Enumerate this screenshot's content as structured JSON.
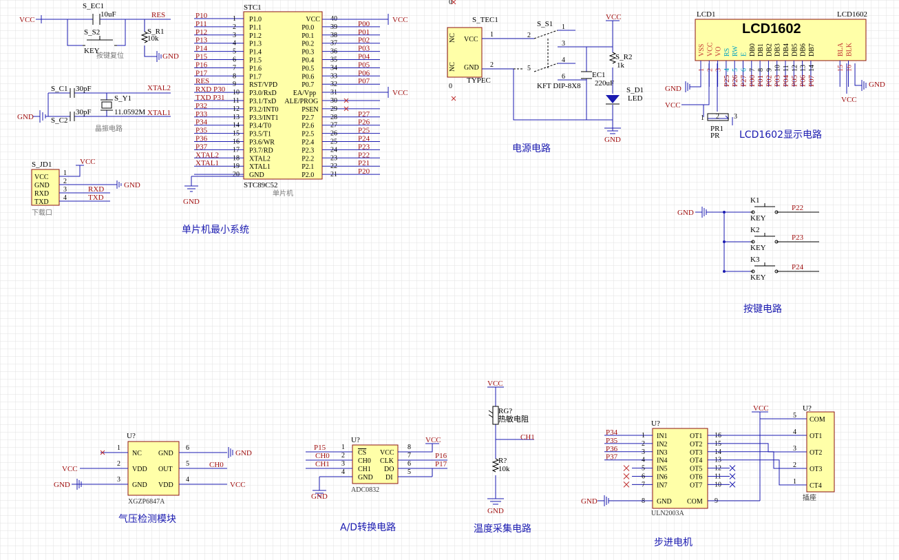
{
  "nets": {
    "vcc": "VCC",
    "gnd": "GND",
    "res": "RES",
    "xtal1": "XTAL1",
    "xtal2": "XTAL2",
    "rxd": "RXD",
    "txd": "TXD",
    "ch0": "CH0",
    "ch1": "CH1"
  },
  "mcu": {
    "ref": "STC1",
    "part": "STC89C52",
    "desc": "单片机",
    "left_pins": [
      {
        "num": "1",
        "name": "P1.0",
        "net": "P10"
      },
      {
        "num": "2",
        "name": "P1.1",
        "net": "P11"
      },
      {
        "num": "3",
        "name": "P1.2",
        "net": "P12"
      },
      {
        "num": "4",
        "name": "P1.3",
        "net": "P13"
      },
      {
        "num": "5",
        "name": "P1.4",
        "net": "P14"
      },
      {
        "num": "6",
        "name": "P1.5",
        "net": "P15"
      },
      {
        "num": "7",
        "name": "P1.6",
        "net": "P16"
      },
      {
        "num": "8",
        "name": "P1.7",
        "net": "P17"
      },
      {
        "num": "9",
        "name": "RST/VPD",
        "net": "RES"
      },
      {
        "num": "10",
        "name": "P3.0/RxD",
        "net": "RXD P30"
      },
      {
        "num": "11",
        "name": "P3.1/TxD",
        "net": "TXD P31"
      },
      {
        "num": "12",
        "name": "P3.2/INT0",
        "net": "P32"
      },
      {
        "num": "13",
        "name": "P3.3/INT1",
        "net": "P33"
      },
      {
        "num": "14",
        "name": "P3.4/T0",
        "net": "P34"
      },
      {
        "num": "15",
        "name": "P3.5/T1",
        "net": "P35"
      },
      {
        "num": "16",
        "name": "P3.6/WR",
        "net": "P36"
      },
      {
        "num": "17",
        "name": "P3.7/RD",
        "net": "P37"
      },
      {
        "num": "18",
        "name": "XTAL2",
        "net": "XTAL2"
      },
      {
        "num": "19",
        "name": "XTAL1",
        "net": "XTAL1"
      },
      {
        "num": "20",
        "name": "GND",
        "net": ""
      }
    ],
    "right_pins": [
      {
        "num": "40",
        "name": "VCC",
        "net": ""
      },
      {
        "num": "39",
        "name": "P0.0",
        "net": "P00"
      },
      {
        "num": "38",
        "name": "P0.1",
        "net": "P01"
      },
      {
        "num": "37",
        "name": "P0.2",
        "net": "P02"
      },
      {
        "num": "36",
        "name": "P0.3",
        "net": "P03"
      },
      {
        "num": "35",
        "name": "P0.4",
        "net": "P04"
      },
      {
        "num": "34",
        "name": "P0.5",
        "net": "P05"
      },
      {
        "num": "33",
        "name": "P0.6",
        "net": "P06"
      },
      {
        "num": "32",
        "name": "P0.7",
        "net": "P07"
      },
      {
        "num": "31",
        "name": "EA/Vpp",
        "net": ""
      },
      {
        "num": "30",
        "name": "ALE/PROG",
        "net": ""
      },
      {
        "num": "29",
        "name": "PSEN",
        "net": ""
      },
      {
        "num": "28",
        "name": "P2.7",
        "net": "P27"
      },
      {
        "num": "27",
        "name": "P2.6",
        "net": "P26"
      },
      {
        "num": "26",
        "name": "P2.5",
        "net": "P25"
      },
      {
        "num": "25",
        "name": "P2.4",
        "net": "P24"
      },
      {
        "num": "24",
        "name": "P2.3",
        "net": "P23"
      },
      {
        "num": "23",
        "name": "P2.2",
        "net": "P22"
      },
      {
        "num": "22",
        "name": "P2.1",
        "net": "P21"
      },
      {
        "num": "21",
        "name": "P2.0",
        "net": "P20"
      }
    ]
  },
  "reset": {
    "cap_ref": "S_EC1",
    "cap_val": "10uF",
    "sw_ref": "S_S2",
    "sw_val": "KEY",
    "res_ref": "S_R1",
    "res_val": "10k",
    "desc": "按键复位"
  },
  "crystal": {
    "c1_ref": "S_C1",
    "c2_ref": "S_C2",
    "cap_val": "30pF",
    "y_ref": "S_Y1",
    "y_val": "11.0592M",
    "desc": "晶振电路"
  },
  "download": {
    "ref": "S_JD1",
    "pins": [
      {
        "num": "1",
        "name": "VCC"
      },
      {
        "num": "2",
        "name": "GND"
      },
      {
        "num": "3",
        "name": "RXD"
      },
      {
        "num": "4",
        "name": "TXD"
      }
    ],
    "desc": "下载口"
  },
  "sections": {
    "mcu_title": "单片机最小系统",
    "power_title": "电源电路",
    "lcd_title": "LCD1602显示电路",
    "keys_title": "按键电路",
    "pressure_title": "气压检测模块",
    "adc_title": "A/D转换电路",
    "temp_title": "温度采集电路",
    "motor_title": "步进电机"
  },
  "power": {
    "tec_ref": "S_TEC1",
    "tec_part": "TYPEC",
    "tec_pins": [
      {
        "num": "1",
        "name": "VCC"
      },
      {
        "num": "2",
        "name": "GND"
      }
    ],
    "nc": "NC",
    "sw_ref": "S_S1",
    "sw_part": "KFT DIP-8X8",
    "r_ref": "S_R2",
    "r_val": "1k",
    "c_ref": "EC1",
    "c_val": "220uF",
    "led_ref": "S_D1",
    "led_val": "LED",
    "zero": "0"
  },
  "lcd": {
    "ref": "LCD1",
    "part": "LCD1602",
    "title": "LCD1602",
    "pins": [
      {
        "num": "1",
        "name": "VSS"
      },
      {
        "num": "2",
        "name": "VCC"
      },
      {
        "num": "3",
        "name": "VO"
      },
      {
        "num": "4",
        "name": "RS"
      },
      {
        "num": "5",
        "name": "RW"
      },
      {
        "num": "6",
        "name": "E"
      },
      {
        "num": "7",
        "name": "DB0"
      },
      {
        "num": "8",
        "name": "DB1"
      },
      {
        "num": "9",
        "name": "DB2"
      },
      {
        "num": "10",
        "name": "DB3"
      },
      {
        "num": "11",
        "name": "DB4"
      },
      {
        "num": "12",
        "name": "DB5"
      },
      {
        "num": "13",
        "name": "DB6"
      },
      {
        "num": "14",
        "name": "DB7"
      },
      {
        "num": "15",
        "name": "BLA"
      },
      {
        "num": "16",
        "name": "BLK"
      }
    ],
    "nets": [
      "P25",
      "P26",
      "P27",
      "P00",
      "P01",
      "P02",
      "P03",
      "P04",
      "P05",
      "P06",
      "P07"
    ],
    "pot_ref": "PR1",
    "pot_val": "PR"
  },
  "keys": {
    "items": [
      {
        "ref": "K1",
        "val": "KEY",
        "net": "P22"
      },
      {
        "ref": "K2",
        "val": "KEY",
        "net": "P23"
      },
      {
        "ref": "K3",
        "val": "KEY",
        "net": "P24"
      }
    ]
  },
  "pressure": {
    "ref": "U?",
    "part": "XGZP6847A",
    "left": [
      {
        "num": "1",
        "name": "NC"
      },
      {
        "num": "2",
        "name": "VDD"
      },
      {
        "num": "3",
        "name": "GND"
      }
    ],
    "right": [
      {
        "num": "6",
        "name": "GND"
      },
      {
        "num": "5",
        "name": "OUT"
      },
      {
        "num": "4",
        "name": "VDD"
      }
    ]
  },
  "adc": {
    "ref": "U?",
    "part": "ADC0832",
    "left": [
      {
        "num": "1",
        "name": "CS"
      },
      {
        "num": "2",
        "name": "CH0"
      },
      {
        "num": "3",
        "name": "CH1"
      },
      {
        "num": "4",
        "name": "GND"
      }
    ],
    "right": [
      {
        "num": "8",
        "name": "VCC"
      },
      {
        "num": "7",
        "name": "CLK"
      },
      {
        "num": "6",
        "name": "DO"
      },
      {
        "num": "5",
        "name": "DI"
      }
    ],
    "nets": {
      "cs": "P15",
      "clk": "P16",
      "dio": "P17"
    }
  },
  "temp": {
    "rg_ref": "RG?",
    "rg_val": "热敏电阻",
    "r_ref": "R?",
    "r_val": "10k"
  },
  "uln": {
    "ref": "U?",
    "part": "ULN2003A",
    "left": [
      {
        "num": "1",
        "name": "IN1"
      },
      {
        "num": "2",
        "name": "IN2"
      },
      {
        "num": "3",
        "name": "IN3"
      },
      {
        "num": "4",
        "name": "IN4"
      },
      {
        "num": "5",
        "name": "IN5"
      },
      {
        "num": "6",
        "name": "IN6"
      },
      {
        "num": "7",
        "name": "IN7"
      },
      {
        "num": "8",
        "name": "GND"
      }
    ],
    "right": [
      {
        "num": "16",
        "name": "OT1"
      },
      {
        "num": "15",
        "name": "OT2"
      },
      {
        "num": "14",
        "name": "OT3"
      },
      {
        "num": "13",
        "name": "OT4"
      },
      {
        "num": "12",
        "name": "OT5"
      },
      {
        "num": "11",
        "name": "OT6"
      },
      {
        "num": "10",
        "name": "OT7"
      },
      {
        "num": "9",
        "name": "COM"
      }
    ],
    "nets": [
      "P34",
      "P35",
      "P36",
      "P37"
    ]
  },
  "socket": {
    "ref": "U?",
    "desc": "插座",
    "pins": [
      {
        "num": "5",
        "name": "COM"
      },
      {
        "num": "4",
        "name": "OT1"
      },
      {
        "num": "3",
        "name": "OT2"
      },
      {
        "num": "2",
        "name": "OT3"
      },
      {
        "num": "1",
        "name": "CT4"
      }
    ]
  }
}
